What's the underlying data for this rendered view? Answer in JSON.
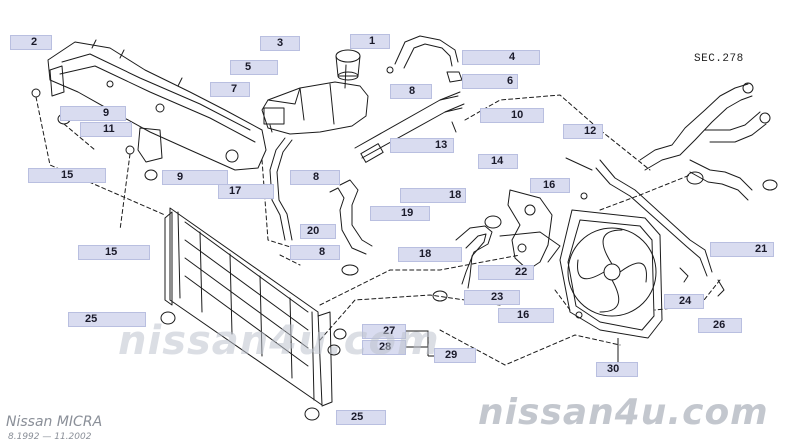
{
  "diagram": {
    "section_ref": "SEC.278",
    "model_name": "Nissan MICRA",
    "model_years": "8.1992 — 11.2002",
    "watermark_center": "nissan4u.com",
    "watermark_corner": "nissan4u.com"
  },
  "callouts": {
    "c1": "1",
    "c2": "2",
    "c3": "3",
    "c4": "4",
    "c5": "5",
    "c6": "6",
    "c7": "7",
    "c8a": "8",
    "c8b": "8",
    "c8c": "8",
    "c9a": "9",
    "c9b": "9",
    "c10": "10",
    "c11": "11",
    "c12": "12",
    "c13": "13",
    "c14": "14",
    "c15a": "15",
    "c15b": "15",
    "c16a": "16",
    "c16b": "16",
    "c17": "17",
    "c18a": "18",
    "c18b": "18",
    "c19": "19",
    "c20": "20",
    "c21": "21",
    "c22": "22",
    "c23": "23",
    "c24": "24",
    "c25a": "25",
    "c25b": "25",
    "c26": "26",
    "c27": "27",
    "c28": "28",
    "c29": "29",
    "c30": "30"
  },
  "colors": {
    "callout_fill": "#d9dcf0",
    "line": "#1b1b1b",
    "watermark": "#bec3cd"
  }
}
